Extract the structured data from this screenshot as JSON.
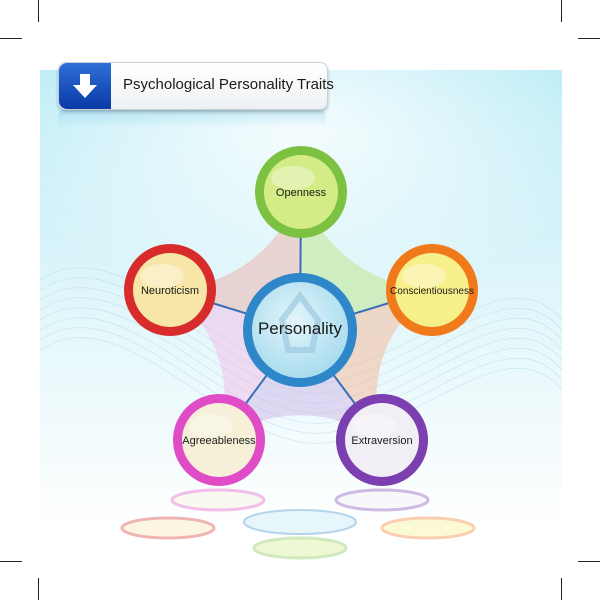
{
  "header": {
    "title": "Psychological Personality Traits",
    "icon": "download-arrow-icon"
  },
  "diagram": {
    "center": {
      "label": "Personality",
      "ring": "#2e87c8",
      "fill": "#bde6f3"
    },
    "nodes": [
      {
        "key": "openness",
        "label": "Openness",
        "ring": "#7dc142",
        "fill": "#d3ec86"
      },
      {
        "key": "conscientiousness",
        "label": "Conscientiousness",
        "ring": "#f0791c",
        "fill": "#f7f08a"
      },
      {
        "key": "extraversion",
        "label": "Extraversion",
        "ring": "#7b3fb0",
        "fill": "#f1eef6"
      },
      {
        "key": "agreeableness",
        "label": "Agreeableness",
        "ring": "#e04cc6",
        "fill": "#f6f0d8"
      },
      {
        "key": "neuroticism",
        "label": "Neuroticism",
        "ring": "#d82c2c",
        "fill": "#f7e6a8"
      }
    ],
    "connector_color": "#3a6fb6"
  }
}
